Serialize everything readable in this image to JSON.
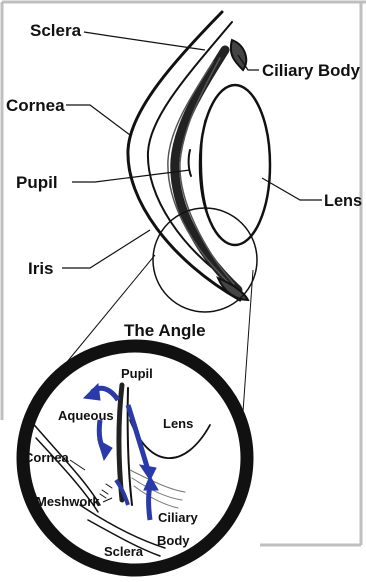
{
  "labels": {
    "sclera_top": "Sclera",
    "ciliary_body_top": "Ciliary Body",
    "cornea_top": "Cornea",
    "pupil_top": "Pupil",
    "lens_top": "Lens",
    "iris": "Iris",
    "the_angle": "The Angle"
  },
  "inset_labels": {
    "pupil": "Pupil",
    "aqueous": "Aqueous",
    "lens": "Lens",
    "cornea": "Cornea",
    "meshwork": "Meshwork",
    "ciliary": "Ciliary",
    "body": "Body",
    "sclera": "Sclera"
  },
  "colors": {
    "ink": "#111111",
    "arrow_blue": "#2a3aa8",
    "frame_gray": "#bfbfbf"
  }
}
